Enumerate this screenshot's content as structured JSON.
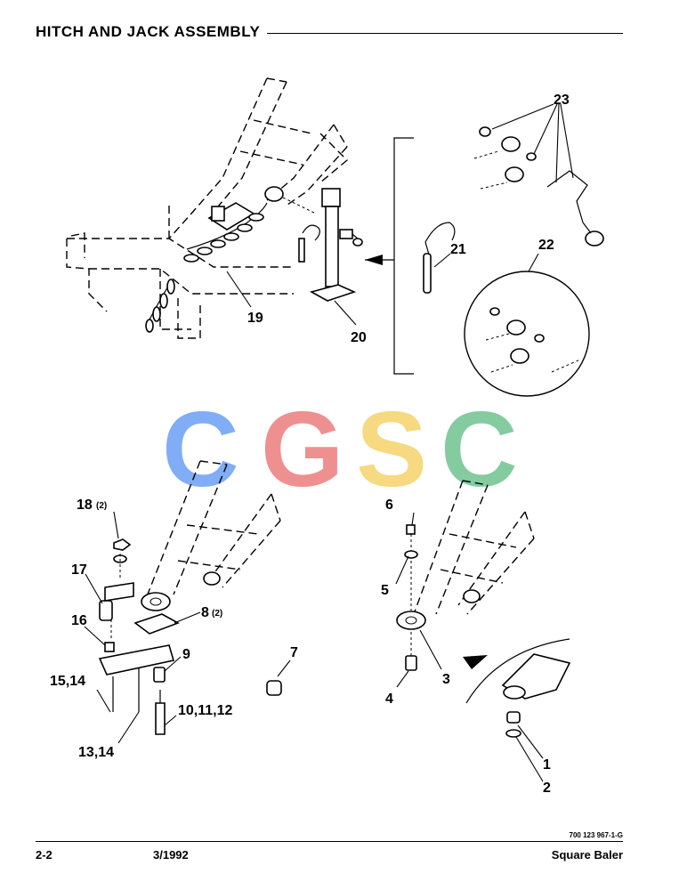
{
  "header": {
    "title": "HITCH AND JACK ASSEMBLY"
  },
  "watermark": {
    "letters": [
      "C",
      "G",
      "S",
      "C"
    ],
    "colors": [
      "#7aa9f6",
      "#ef8b8b",
      "#f6d77a",
      "#7ec99b"
    ]
  },
  "callouts": {
    "c1": "1",
    "c2": "2",
    "c3": "3",
    "c4": "4",
    "c5": "5",
    "c6": "6",
    "c7": "7",
    "c8": "8",
    "c8_qty": "(2)",
    "c9": "9",
    "c10": "10,11,12",
    "c13": "13,14",
    "c15": "15,14",
    "c16": "16",
    "c17": "17",
    "c18": "18",
    "c18_qty": "(2)",
    "c19": "19",
    "c20": "20",
    "c21": "21",
    "c22": "22",
    "c23": "23"
  },
  "footer": {
    "drawing_code": "700 123 967-1-G",
    "page": "2-2",
    "date": "3/1992",
    "product": "Square Baler"
  }
}
